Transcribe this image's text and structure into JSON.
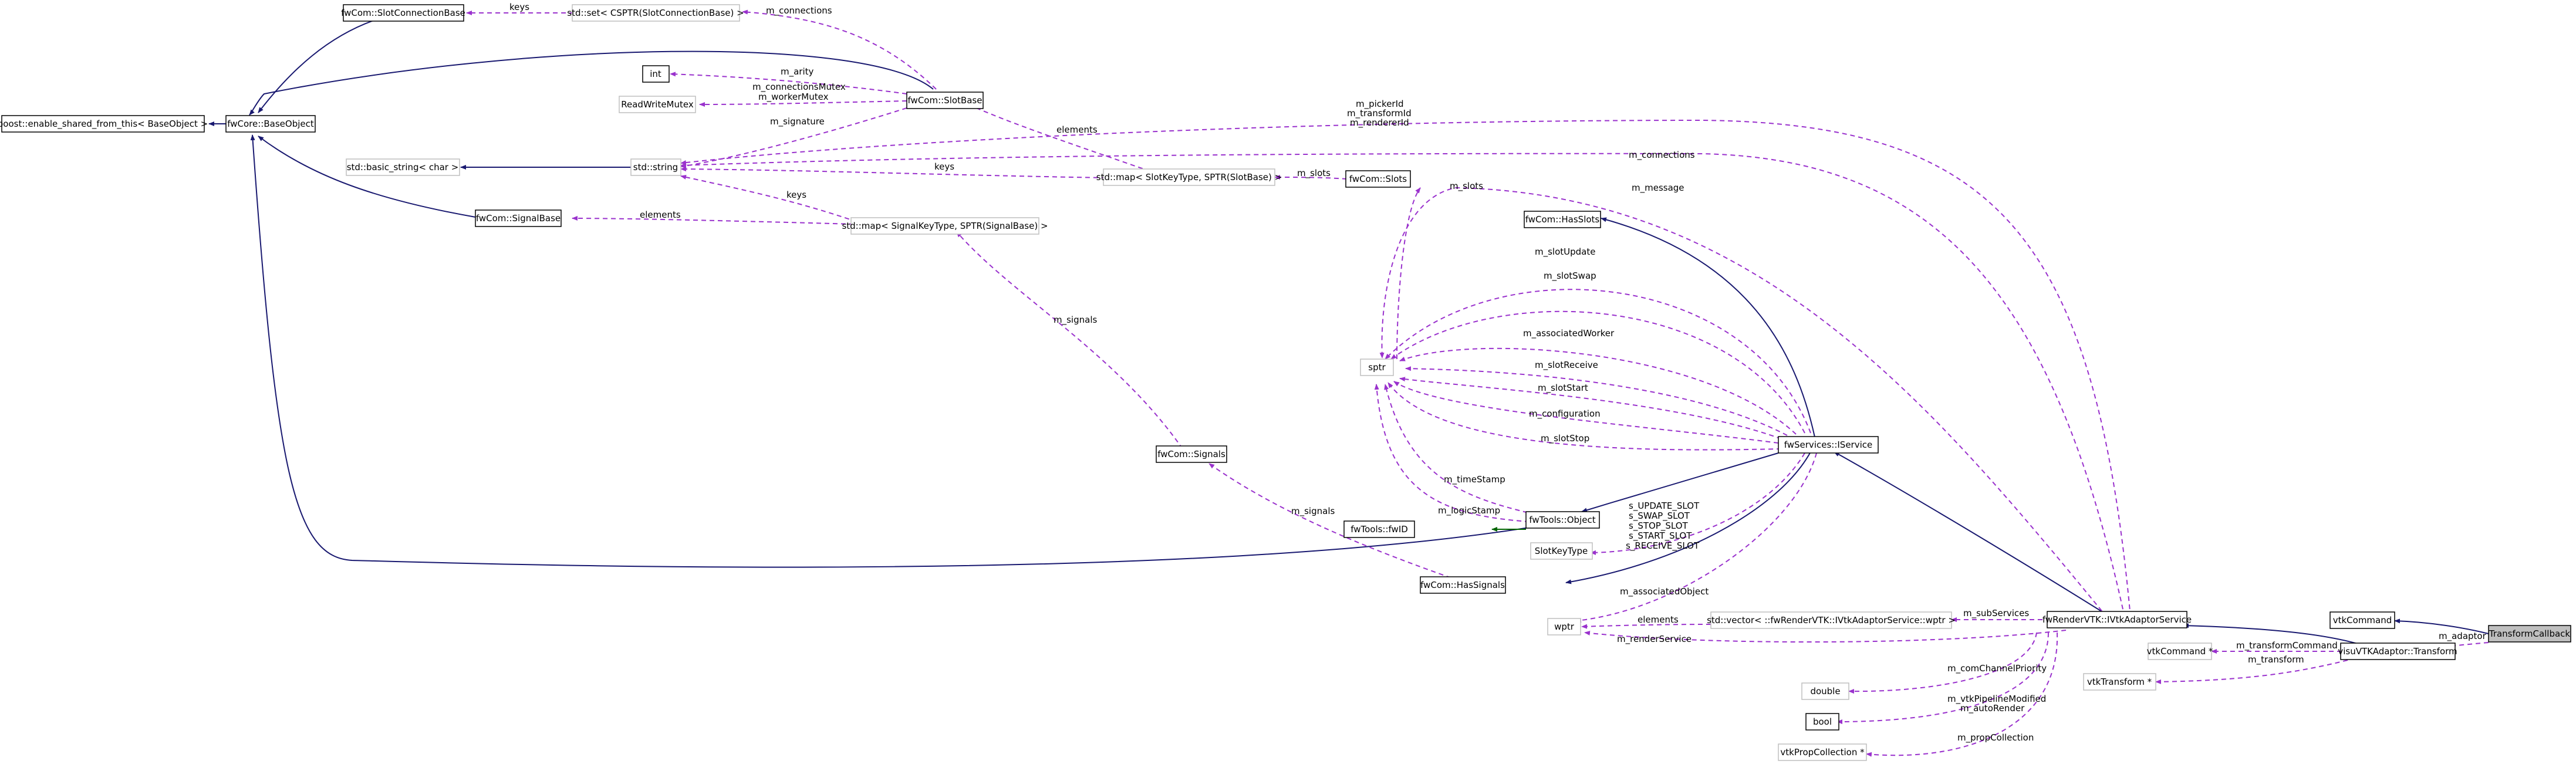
{
  "diagram": {
    "nodes": [
      {
        "id": "transformcallback",
        "label": "TransformCallback",
        "kind": "highlight"
      },
      {
        "id": "vtkcommand",
        "label": "vtkCommand",
        "kind": "solid"
      },
      {
        "id": "visuvtkadaptor_transform",
        "label": "visuVTKAdaptor::Transform",
        "kind": "solid"
      },
      {
        "id": "vtkcommand_ptr",
        "label": "vtkCommand *",
        "kind": "gray"
      },
      {
        "id": "vtktransform_ptr",
        "label": "vtkTransform *",
        "kind": "gray"
      },
      {
        "id": "ivtkadaptorservice",
        "label": "fwRenderVTK::IVtkAdaptorService",
        "kind": "solid"
      },
      {
        "id": "vector_wptr",
        "label": "std::vector< ::fwRenderVTK::IVtkAdaptorService::wptr >",
        "kind": "gray"
      },
      {
        "id": "wptr",
        "label": "wptr",
        "kind": "gray"
      },
      {
        "id": "double",
        "label": "double",
        "kind": "gray"
      },
      {
        "id": "bool",
        "label": "bool",
        "kind": "solid"
      },
      {
        "id": "vtkpropcollection",
        "label": "vtkPropCollection *",
        "kind": "gray"
      },
      {
        "id": "iservice",
        "label": "fwServices::IService",
        "kind": "solid"
      },
      {
        "id": "hassignals",
        "label": "fwCom::HasSignals",
        "kind": "solid"
      },
      {
        "id": "fwtools_object",
        "label": "fwTools::Object",
        "kind": "solid"
      },
      {
        "id": "fwtools_fwid",
        "label": "fwTools::fwID",
        "kind": "solid"
      },
      {
        "id": "slotkeytype",
        "label": "SlotKeyType",
        "kind": "gray"
      },
      {
        "id": "sptr",
        "label": "sptr",
        "kind": "gray"
      },
      {
        "id": "hasslots",
        "label": "fwCom::HasSlots",
        "kind": "solid"
      },
      {
        "id": "fwcom_slots",
        "label": "fwCom::Slots",
        "kind": "solid"
      },
      {
        "id": "fwcom_signals",
        "label": "fwCom::Signals",
        "kind": "solid"
      },
      {
        "id": "map_slot",
        "label": "std::map< SlotKeyType, SPTR(SlotBase) >",
        "kind": "gray"
      },
      {
        "id": "map_signal",
        "label": "std::map< SignalKeyType, SPTR(SignalBase) >",
        "kind": "gray"
      },
      {
        "id": "std_string",
        "label": "std::string",
        "kind": "gray"
      },
      {
        "id": "basic_string",
        "label": "std::basic_string< char >",
        "kind": "gray"
      },
      {
        "id": "signalbase",
        "label": "fwCom::SignalBase",
        "kind": "solid"
      },
      {
        "id": "slotbase",
        "label": "fwCom::SlotBase",
        "kind": "solid"
      },
      {
        "id": "int",
        "label": "int",
        "kind": "solid"
      },
      {
        "id": "readwritemutex",
        "label": "ReadWriteMutex",
        "kind": "gray"
      },
      {
        "id": "set_cspt",
        "label": "std::set< CSPTR(SlotConnectionBase) >",
        "kind": "gray"
      },
      {
        "id": "slotconnectionbase",
        "label": "fwCom::SlotConnectionBase",
        "kind": "solid"
      },
      {
        "id": "baseobject",
        "label": "fwCore::BaseObject",
        "kind": "solid"
      },
      {
        "id": "enable_shared",
        "label": "boost::enable_shared_from_this< BaseObject >",
        "kind": "solid"
      }
    ],
    "edge_labels": {
      "m_adaptor": "m_adaptor",
      "m_transformCommand": "m_transformCommand",
      "m_transform": "m_transform",
      "m_subServices": "m_subServices",
      "elements": "elements",
      "m_renderService": "m_renderService",
      "m_comChannelPriority": "m_comChannelPriority",
      "m_vtkPipelineModified": "m_vtkPipelineModified",
      "m_autoRender": "m_autoRender",
      "m_propCollection": "m_propCollection",
      "m_associatedObject": "m_associatedObject",
      "slot_consts_1": "s_UPDATE_SLOT",
      "slot_consts_2": "s_SWAP_SLOT",
      "slot_consts_3": "s_STOP_SLOT",
      "slot_consts_4": "s_START_SLOT",
      "slot_consts_5": "s_RECEIVE_SLOT",
      "m_timeStamp": "m_timeStamp",
      "m_logicStamp": "m_logicStamp",
      "m_slotStop": "m_slotStop",
      "m_configuration": "m_configuration",
      "m_slotStart": "m_slotStart",
      "m_slotReceive": "m_slotReceive",
      "m_associatedWorker": "m_associatedWorker",
      "m_slotSwap": "m_slotSwap",
      "m_slotUpdate": "m_slotUpdate",
      "m_message": "m_message",
      "m_slots_a": "m_slots",
      "m_slots_b": "m_slots",
      "m_connections_a": "m_connections",
      "m_connections_b": "m_connections",
      "m_pickerid_1": "m_pickerId",
      "m_pickerid_2": "m_transformId",
      "m_pickerid_3": "m_rendererId",
      "m_signals_a": "m_signals",
      "m_signals_b": "m_signals",
      "elements_slots": "elements",
      "elements_signals": "elements",
      "keys_slot": "keys",
      "keys_signal": "keys",
      "keys_conn": "keys",
      "m_arity": "m_arity",
      "m_mutex_1": "m_connectionsMutex",
      "m_mutex_2": "m_workerMutex",
      "m_signature": "m_signature"
    }
  },
  "colors": {
    "inherit": "#191970",
    "usage": "#9a32cd",
    "private_inherit": "#006400",
    "highlight_fill": "#bfbfbf",
    "gray_border": "#bfbfbf"
  }
}
